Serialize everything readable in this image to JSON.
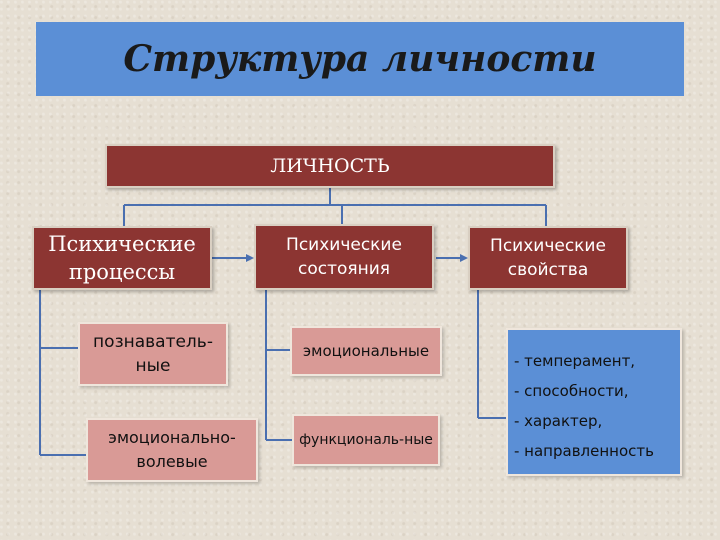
{
  "title": "Структура личности",
  "root": "ЛИЧНОСТЬ",
  "columns": [
    {
      "heading": "Психические процессы",
      "items": [
        "познаватель-ные",
        "эмоционально-волевые"
      ]
    },
    {
      "heading": "Психические состояния",
      "items": [
        "эмоциональные",
        "функциональ-ные"
      ]
    },
    {
      "heading": "Психические свойства",
      "items": [
        "- темперамент,",
        "- способности,",
        "- характер,",
        "- направленность"
      ]
    }
  ],
  "colors": {
    "title_bg": "#5b8fd6",
    "red_box": "#8c3532",
    "pink_box": "#d99a96",
    "blue_box": "#5b8fd6",
    "connector": "#4a6fb0"
  }
}
